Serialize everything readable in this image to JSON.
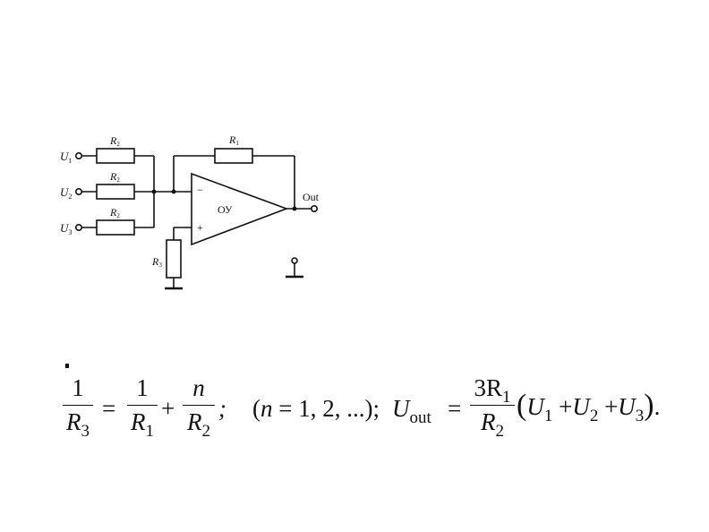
{
  "circuit": {
    "inputs": [
      {
        "letter": "U",
        "sub": "1"
      },
      {
        "letter": "U",
        "sub": "2"
      },
      {
        "letter": "U",
        "sub": "3"
      }
    ],
    "input_resistors": [
      {
        "letter": "R",
        "sub": "2"
      },
      {
        "letter": "R",
        "sub": "2"
      },
      {
        "letter": "R",
        "sub": "2"
      }
    ],
    "feedback_resistor": {
      "letter": "R",
      "sub": "1"
    },
    "ground_resistor": {
      "letter": "R",
      "sub": "3"
    },
    "opamp_label": "ОУ",
    "minus_sign": "−",
    "plus_sign": "+",
    "output_label": "Out"
  },
  "formula": {
    "one": "1",
    "R": "R",
    "sub3": "3",
    "sub1": "1",
    "sub2": "2",
    "n": "n",
    "eq": "=",
    "plus": "+",
    "semi1": ";",
    "cond_open": "(",
    "cond_text": "n",
    "cond_rest": " = 1, 2, ...",
    "cond_close": ");",
    "U": "U",
    "out_sub": "out",
    "three_R": "3R",
    "paren_open": "(",
    "paren_close": ")",
    "period": "."
  }
}
